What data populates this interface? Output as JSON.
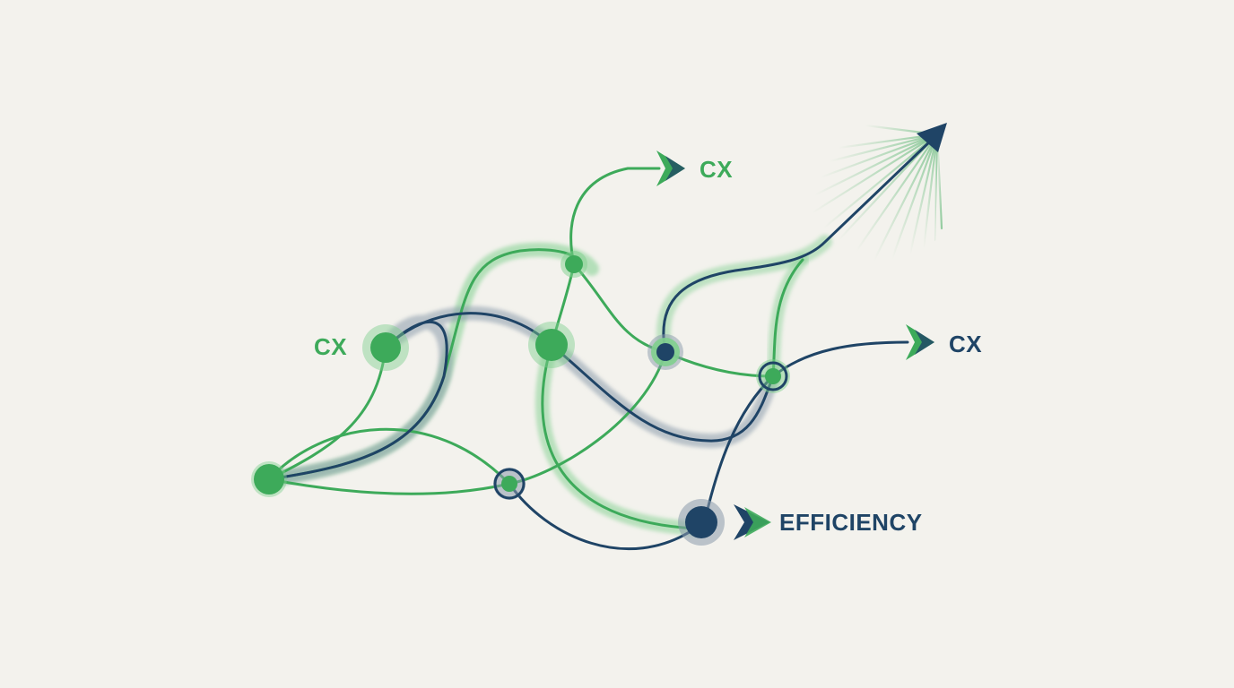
{
  "labels": {
    "cx_top": "CX",
    "cx_left": "CX",
    "cx_right": "CX",
    "efficiency": "EFFICIENCY"
  },
  "colors": {
    "background": "#f3f2ed",
    "green": "#3daa5a",
    "green_glow": "#7fcf8e",
    "navy": "#1f4466",
    "navy_glow": "#8a9aab"
  },
  "icons": {
    "arrowhead": "chevron-arrow-icon",
    "burst": "radiating-burst-icon"
  }
}
